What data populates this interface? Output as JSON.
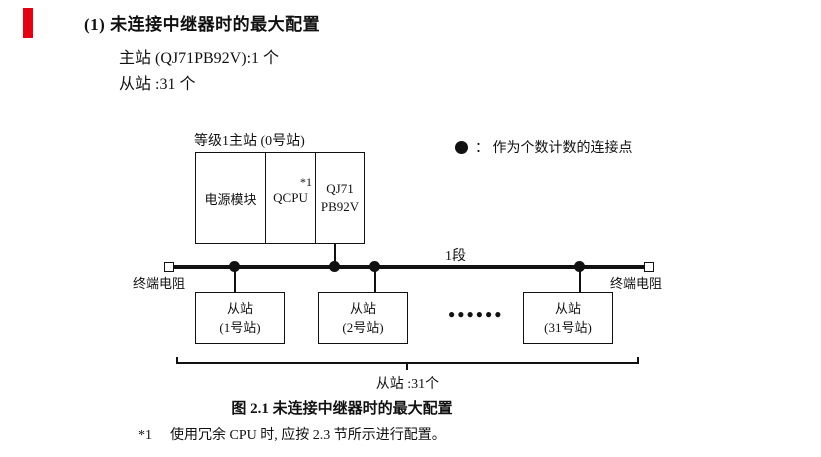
{
  "page": {
    "heading": "(1) 未连接中继器时的最大配置",
    "master_line": "主站 (QJ71PB92V):1 个",
    "slave_line": "从站 :31 个"
  },
  "diagram": {
    "master_label": "等级1主站 (0号站)",
    "master_cells": {
      "power": "电源模块",
      "qcpu": "QCPU",
      "qcpu_note": "*1",
      "pb92v_line1": "QJ71",
      "pb92v_line2": "PB92V"
    },
    "legend_text": "：  作为个数计数的连接点",
    "segment_label": "1段",
    "terminator_left": "终端电阻",
    "terminator_right": "终端电阻",
    "slaves": [
      {
        "line1": "从站",
        "line2": "(1号站)"
      },
      {
        "line1": "从站",
        "line2": "(2号站)"
      },
      {
        "line1": "从站",
        "line2": "(31号站)"
      }
    ],
    "ellipsis": "●●●●●●",
    "slave_total": "从站 :31个",
    "caption": "图 2.1 未连接中继器时的最大配置",
    "footnote_marker": "*1",
    "footnote_text": "使用冗余 CPU 时, 应按 2.3 节所示进行配置。"
  }
}
